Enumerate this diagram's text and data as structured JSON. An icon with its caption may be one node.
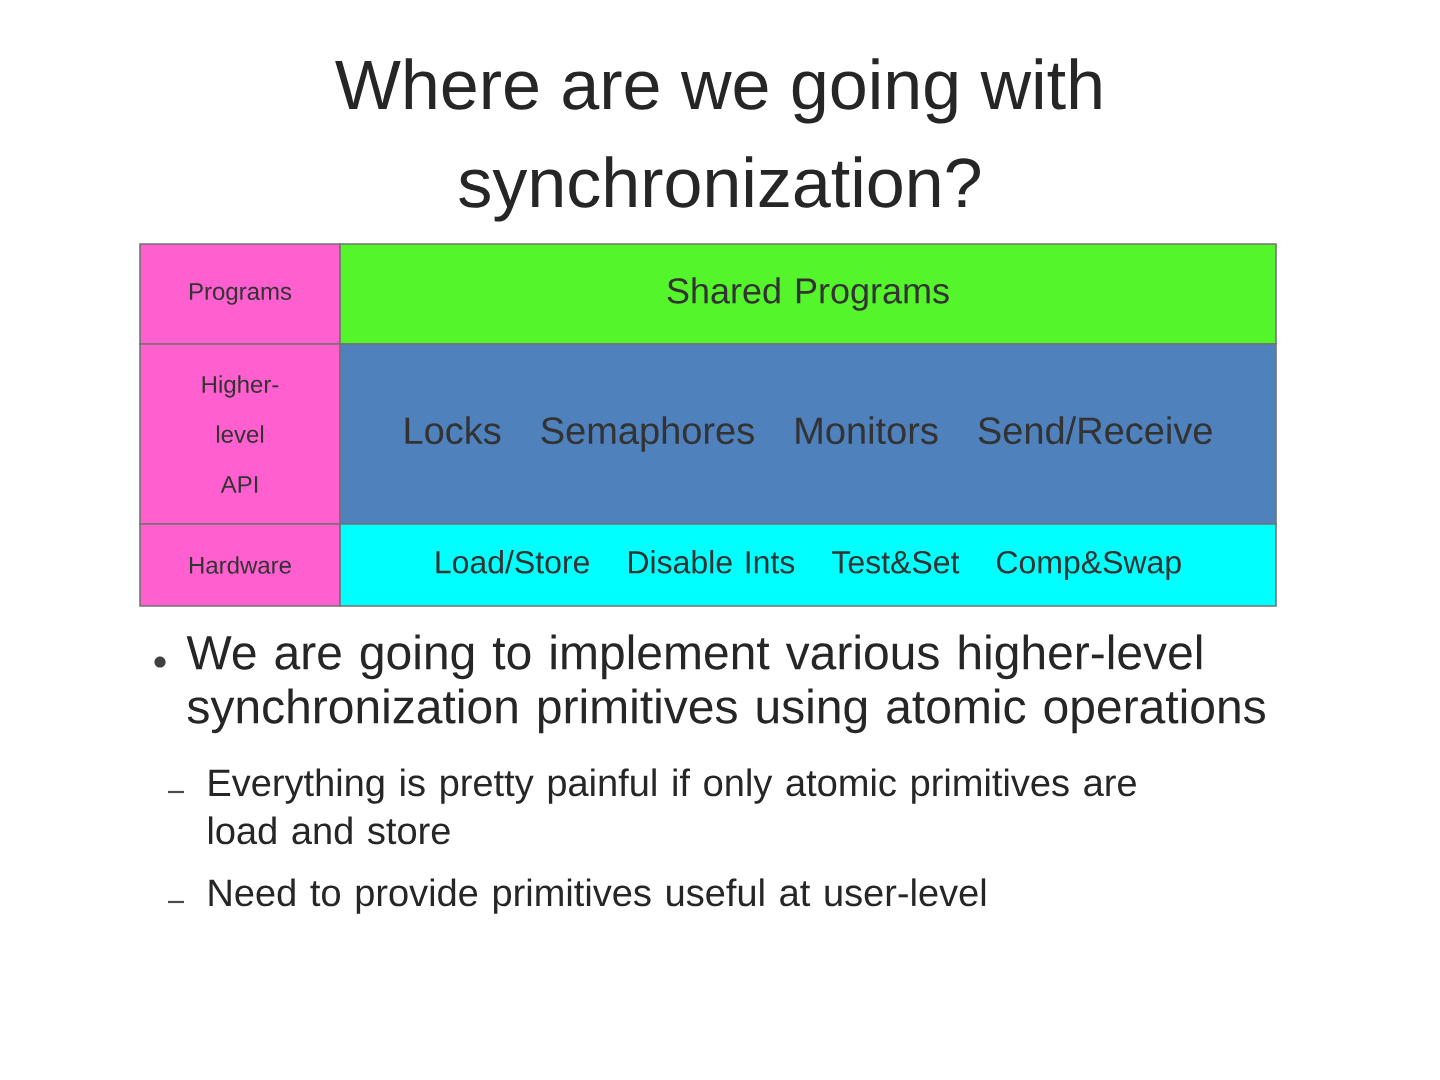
{
  "diagram": {
    "title": "Where are we going with synchronization?",
    "nodes": [
      {
        "text": [
          "Programs"
        ]
      },
      {
        "text": [
          "Shared Programs"
        ]
      },
      {
        "text": [
          "Higher-level API"
        ]
      },
      {
        "text": [
          "Locks",
          "Semaphores",
          "Monitors",
          "Send/Receive"
        ]
      },
      {
        "text": [
          "Hardware"
        ]
      },
      {
        "text": [
          "Load/Store",
          "Disable Ints",
          "Test&Set",
          "Comp&Swap"
        ]
      }
    ],
    "labels": [
      "We are going to implement various higher-level synchronization primitives using atomic operations",
      "Everything is pretty painful if only atomic primitives are load and store",
      "Need to provide primitives useful at user-level"
    ]
  }
}
